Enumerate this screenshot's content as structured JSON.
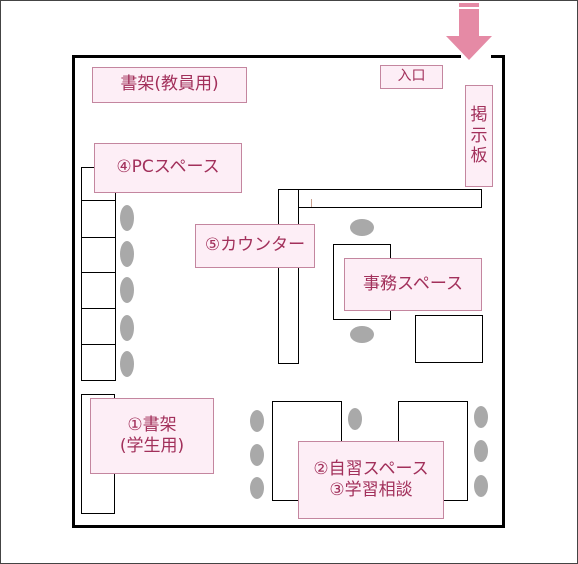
{
  "labels": {
    "bookshelf_staff": "書架(教員用)",
    "entrance": "入口",
    "board": [
      "掲",
      "示",
      "板"
    ],
    "pc_space": "④PCスペース",
    "counter": "⑤カウンター",
    "office_space": "事務スペース",
    "bookshelf_students": [
      "①書架",
      "(学生用)"
    ],
    "study_space": [
      "②自習スペース",
      "③学習相談"
    ]
  },
  "colors": {
    "label_bg": "#fdeef6",
    "label_border": "#c4869f",
    "label_text": "#a2305b",
    "arrow": "#e58aa5",
    "chair": "#a9a9a9"
  },
  "icons": {
    "entrance_arrow": "arrow-down-icon"
  }
}
